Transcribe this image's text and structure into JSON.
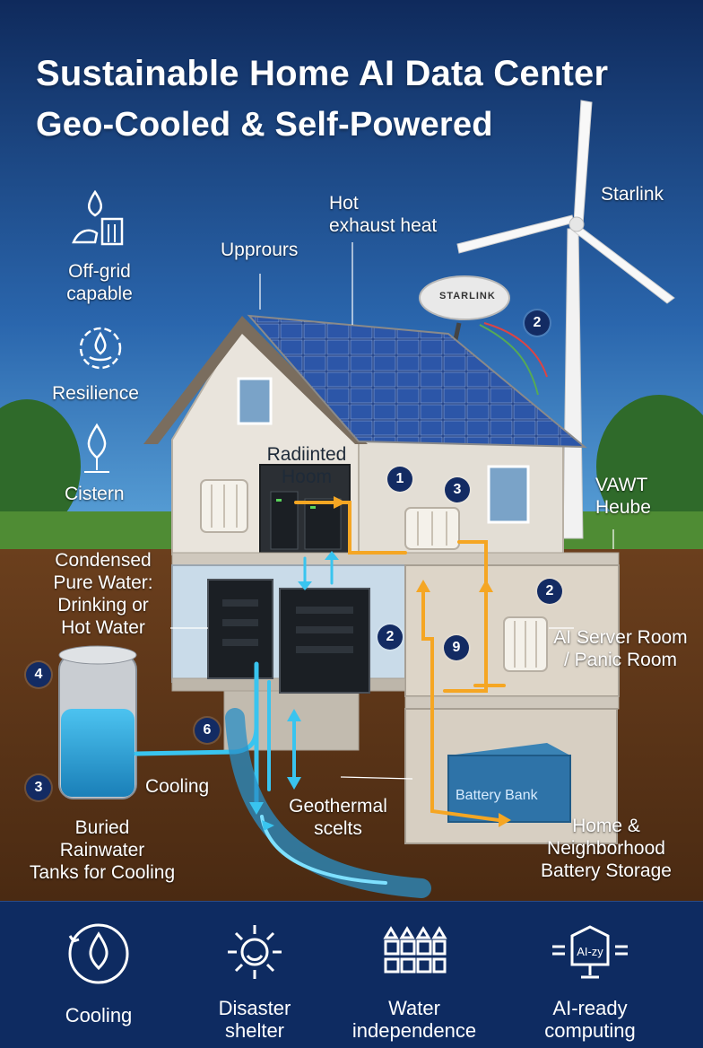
{
  "header": {
    "title_line1": "Sustainable Home AI Data Center",
    "title_line2": "Geo-Cooled & Self-Powered"
  },
  "side_badges": [
    {
      "label": "Off-grid\ncapable",
      "icon": "water-drop-plant-icon"
    },
    {
      "label": "Resilience",
      "icon": "resilience-drop-icon"
    },
    {
      "label": "Cistern",
      "icon": "cistern-drop-icon"
    }
  ],
  "callouts": {
    "starlink_top": "Starlink",
    "starlink_dish": "STARLINK",
    "hot_exhaust": "Hot\nexhaust heat",
    "upprours": "Upprours",
    "radiinted": "Radiinted\nHoom",
    "vawt": "VAWT\nHeube",
    "condensed": "Condensed\nPure Water:\nDrinking or\nHot Water",
    "server_room": "AI Server Room\n/ Panic Room",
    "cooling_mid": "Cooling",
    "geothermal": "Geothermal\nscelts",
    "battery_bank": "Battery Bank",
    "home_battery": "Home &\nNeighborhood\nBattery Storage",
    "rainwater": "Buried\nRainwater\nTanks for Cooling"
  },
  "markers": [
    {
      "id": "m-starlink",
      "text": "2"
    },
    {
      "id": "m-upper-1",
      "text": "1"
    },
    {
      "id": "m-upper-3",
      "text": "3"
    },
    {
      "id": "m-vawt-2",
      "text": "2"
    },
    {
      "id": "m-basement-2",
      "text": "2"
    },
    {
      "id": "m-basement-9",
      "text": "9"
    },
    {
      "id": "m-tank-4",
      "text": "4"
    },
    {
      "id": "m-pipe-6",
      "text": "6"
    },
    {
      "id": "m-tank-3",
      "text": "3"
    }
  ],
  "features": [
    {
      "label": "Cooling",
      "icon": "cooling-drop-icon"
    },
    {
      "label": "Disaster\nshelter",
      "icon": "disaster-sun-icon"
    },
    {
      "label": "Water\nindependence",
      "icon": "water-grid-icon"
    },
    {
      "label": "AI-ready\ncomputing",
      "icon": "ai-chip-icon"
    }
  ],
  "chip_text": "AI-zy",
  "colors": {
    "sky_top": "#0f2a5c",
    "sky_bottom": "#3a86c8",
    "grass": "#4f8c34",
    "soil": "#5a3418",
    "water": "#2fa6de",
    "heat": "#f5a623",
    "footer": "#0e2b61"
  }
}
